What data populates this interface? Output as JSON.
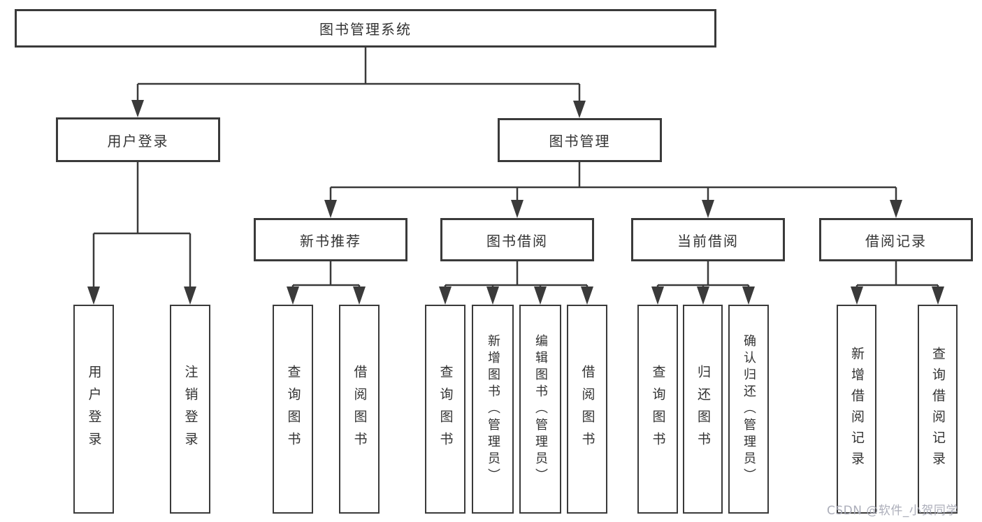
{
  "diagram": {
    "root": {
      "label": "图书管理系统"
    },
    "branches": [
      {
        "label": "用户登录",
        "leaves": [
          {
            "label": "用户登录"
          },
          {
            "label": "注销登录"
          }
        ]
      },
      {
        "label": "图书管理",
        "groups": [
          {
            "label": "新书推荐",
            "leaves": [
              {
                "label": "查询图书"
              },
              {
                "label": "借阅图书"
              }
            ]
          },
          {
            "label": "图书借阅",
            "leaves": [
              {
                "label": "查询图书"
              },
              {
                "label": "新增图书（管理员）"
              },
              {
                "label": "编辑图书（管理员）"
              },
              {
                "label": "借阅图书"
              }
            ]
          },
          {
            "label": "当前借阅",
            "leaves": [
              {
                "label": "查询图书"
              },
              {
                "label": "归还图书"
              },
              {
                "label": "确认归还（管理员）"
              }
            ]
          },
          {
            "label": "借阅记录",
            "leaves": [
              {
                "label": "新增借阅记录"
              },
              {
                "label": "查询借阅记录"
              }
            ]
          }
        ]
      }
    ]
  },
  "colors": {
    "line": "#3a3a3a",
    "text": "#333333",
    "box_background": "#ffffff",
    "watermark": "#a8aab6"
  },
  "watermark": {
    "text": "CSDN @软件_小贺同学"
  }
}
